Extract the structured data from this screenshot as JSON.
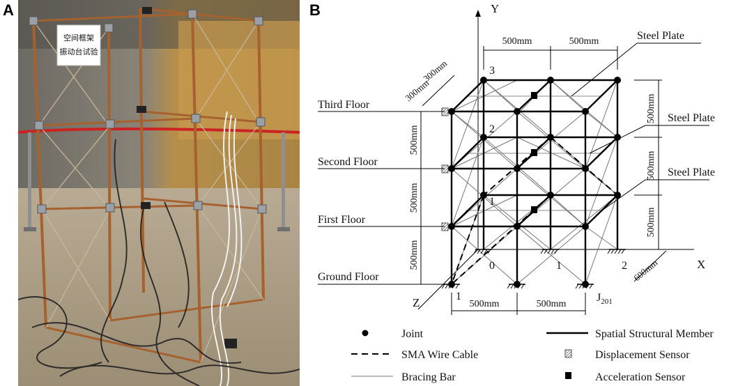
{
  "panel_a": {
    "label": "A",
    "sign_line1": "空间框架",
    "sign_line2": "振动台试验"
  },
  "panel_b": {
    "label": "B",
    "axis_y": "Y",
    "axis_x": "X",
    "axis_z": "Z",
    "floors": {
      "third": "Third Floor",
      "second": "Second Floor",
      "first": "First Floor",
      "ground": "Ground Floor"
    },
    "steel_plate_1": "Steel Plate",
    "steel_plate_2": "Steel Plate",
    "steel_plate_3": "Steel Plate",
    "dims": {
      "top_left": "500mm",
      "top_right": "500mm",
      "bottom_left": "500mm",
      "bottom_right": "500mm",
      "left_1": "500mm",
      "left_2": "500mm",
      "left_3": "500mm",
      "right_1": "500mm",
      "right_2": "500mm",
      "right_3": "500mm",
      "depth_1": "300mm",
      "depth_2": "300mm",
      "depth_base": "600mm"
    },
    "nodes": {
      "n3": "3",
      "n2": "2",
      "n1": "1",
      "n0": "0",
      "b1": "1",
      "b2": "2",
      "f1": "1",
      "j_main": "J",
      "j_sub": "201"
    },
    "legend": {
      "joint": "Joint",
      "sma": "SMA Wire Cable",
      "bracing": "Bracing Bar",
      "spatial": "Spatial Structural Member",
      "displacement": "Displacement Sensor",
      "acceleration": "Acceleration Sensor"
    }
  }
}
